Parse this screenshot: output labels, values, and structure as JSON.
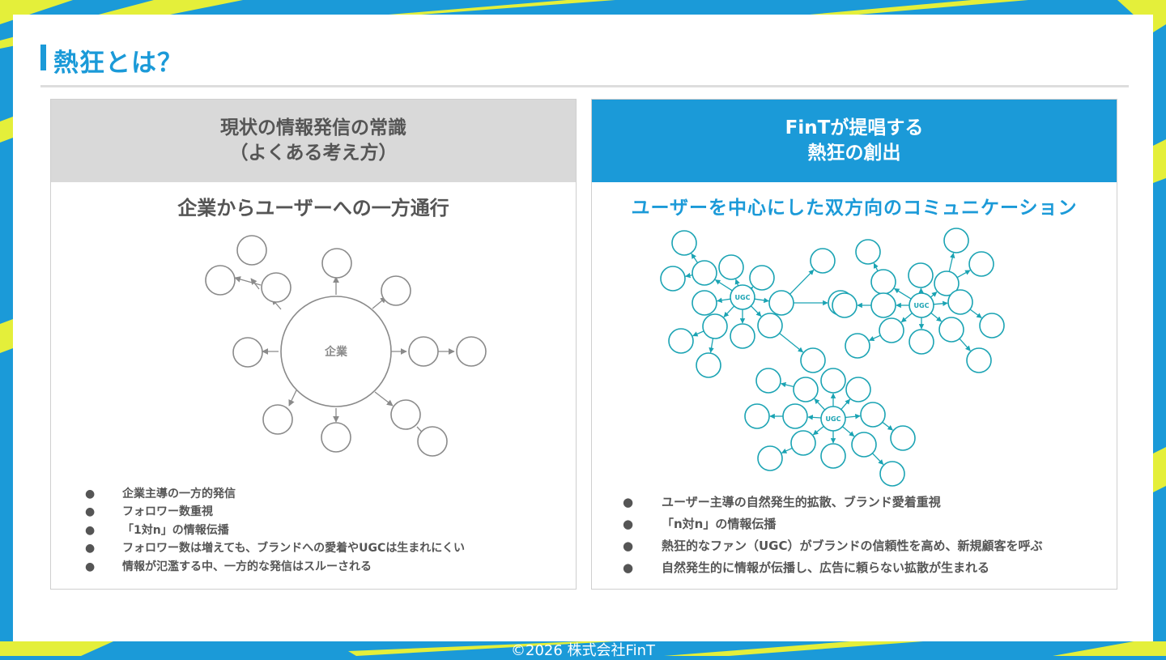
{
  "slide": {
    "title": "熱狂とは？",
    "footer": "©2026 株式会社FinT"
  },
  "left_panel": {
    "header_line1": "現状の情報発信の常識",
    "header_line2": "（よくある考え方）",
    "subtitle": "企業からユーザーへの一方通行",
    "center_label": "企業",
    "bullets": [
      "企業主導の一方的発信",
      "フォロワー数重視",
      "「1対n」の情報伝播",
      "フォロワー数は増えても、ブランドへの愛着やUGCは生まれにくい",
      "情報が氾濫する中、一方的な発信はスルーされる"
    ]
  },
  "right_panel": {
    "header_line1": "FinTが提唱する",
    "header_line2": "熱狂の創出",
    "subtitle": "ユーザーを中心にした双方向のコミュニケーション",
    "hub_label": "UGC",
    "bullets": [
      "ユーザー主導の自然発生的拡散、ブランド愛着重視",
      "「n対n」の情報伝播",
      "熱狂的なファン（UGC）がブランドの信頼性を高め、新規顧客を呼ぶ",
      "自然発生的に情報が伝播し、広告に頼らない拡散が生まれる"
    ]
  },
  "colors": {
    "brand_blue": "#1b9ad8",
    "accent_yellow": "#e4ef3a",
    "gray_text": "#555555",
    "diagram_gray": "#8a8a8a",
    "diagram_teal": "#1aa3b3"
  },
  "icons": {
    "bullet": "●"
  }
}
